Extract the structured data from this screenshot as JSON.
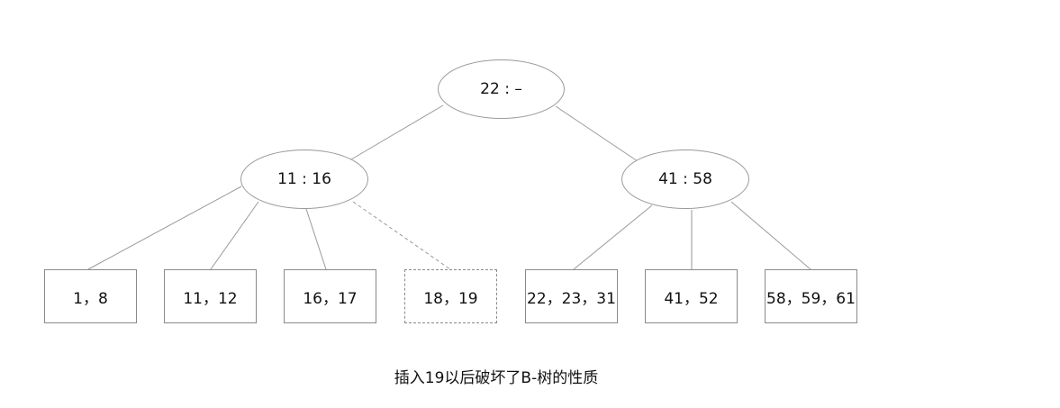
{
  "tree": {
    "root": {
      "label": "22 : –"
    },
    "internal": [
      {
        "id": "left",
        "label": "11 : 16"
      },
      {
        "id": "right",
        "label": "41 : 58"
      }
    ],
    "leaves": [
      {
        "label": "1，8",
        "dashed": false
      },
      {
        "label": "11，12",
        "dashed": false
      },
      {
        "label": "16，17",
        "dashed": false
      },
      {
        "label": "18，19",
        "dashed": true
      },
      {
        "label": "22，23，31",
        "dashed": false
      },
      {
        "label": "41，52",
        "dashed": false
      },
      {
        "label": "58，59，61",
        "dashed": false
      }
    ]
  },
  "caption": "插入19以后破坏了B-树的性质",
  "colors": {
    "edge": "#9a9a9a",
    "border": "#8a8a8a",
    "text": "#111111"
  }
}
